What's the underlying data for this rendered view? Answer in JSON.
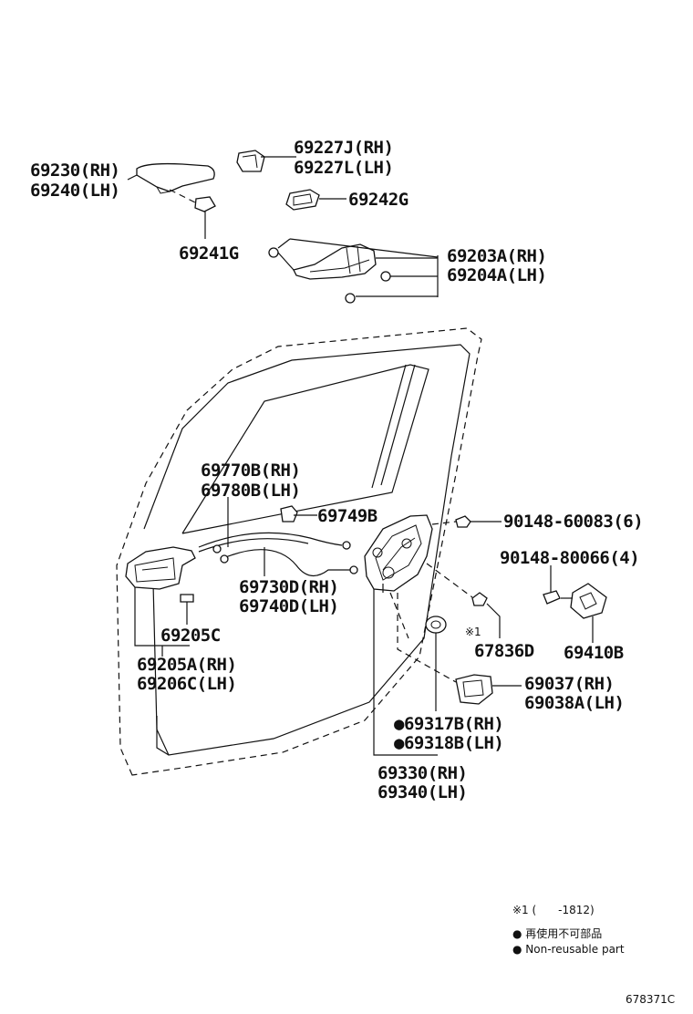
{
  "diagram_id": "678371C",
  "labels": {
    "p69230": "69230(RH)",
    "p69240": "69240(LH)",
    "p69227j": "69227J(RH)",
    "p69227l": "69227L(LH)",
    "p69242g": "69242G",
    "p69241g": "69241G",
    "p69203a": "69203A(RH)",
    "p69204a": "69204A(LH)",
    "p69770b": "69770B(RH)",
    "p69780b": "69780B(LH)",
    "p69749b": "69749B",
    "p90148_60083": "90148-60083(6)",
    "p90148_80066": "90148-80066(4)",
    "p69730d": "69730D(RH)",
    "p69740d": "69740D(LH)",
    "p69205c": "69205C",
    "p69205a": "69205A(RH)",
    "p69206c": "69206C(LH)",
    "note_mark": "※1",
    "p67836d": "67836D",
    "p69410b": "69410B",
    "p69037": "69037(RH)",
    "p69038a": "69038A(LH)",
    "p69317b": "●69317B(RH)",
    "p69318b": "●69318B(LH)",
    "p69330": "69330(RH)",
    "p69340": "69340(LH)"
  },
  "legend": {
    "range_note": "※1 (　　-1812)",
    "non_reusable_jp": "● 再使用不可部品",
    "non_reusable_en": "● Non-reusable part"
  }
}
